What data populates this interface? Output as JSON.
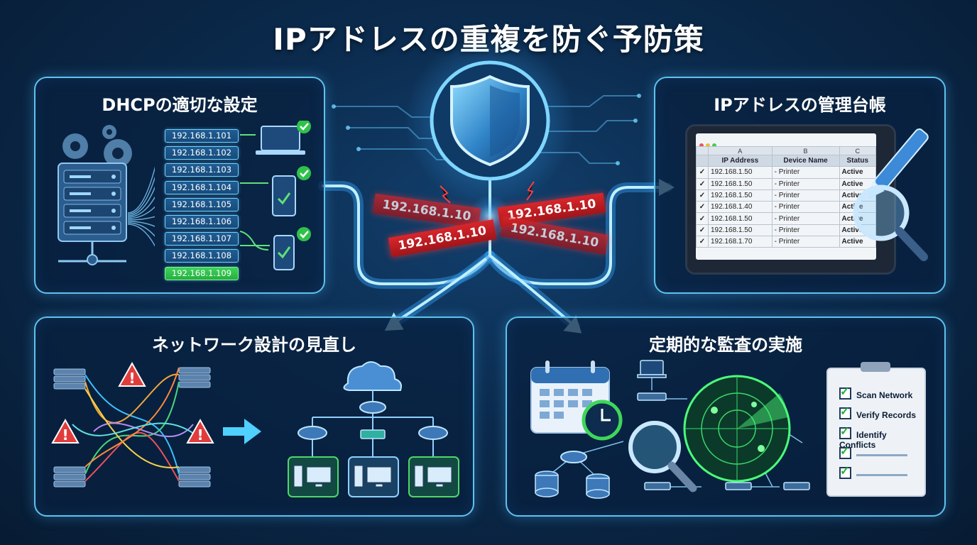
{
  "title": "IPアドレスの重複を防ぐ予防策",
  "colors": {
    "accent": "#5fc2ee",
    "ok": "#2fc24b",
    "danger": "#d9262c"
  },
  "center": {
    "conflict_ips": [
      "192.168.1.10",
      "192.168.1.10",
      "192.168.1.10",
      "192.168.1.10"
    ]
  },
  "dhcp": {
    "title": "DHCPの適切な設定",
    "ips": [
      "192.168.1.101",
      "192.168.1.102",
      "192.168.1.103",
      "192.168.1.104",
      "192.168.1.105",
      "192.168.1.106",
      "192.168.1.107",
      "192.168.1.108",
      "192.168.1.109"
    ]
  },
  "ledger": {
    "title": "IPアドレスの管理台帳",
    "col_letters": [
      "A",
      "B",
      "C"
    ],
    "headers": [
      "IP Address",
      "Device Name",
      "Status"
    ],
    "rows": [
      {
        "ip": "192.168.1.50",
        "device": "- Printer",
        "status": "Active"
      },
      {
        "ip": "192.168.1.50",
        "device": "- Printer",
        "status": "Active"
      },
      {
        "ip": "192.168.1.50",
        "device": "- Printer",
        "status": "Active"
      },
      {
        "ip": "192.168.1.40",
        "device": "- Printer",
        "status": "Active"
      },
      {
        "ip": "192.168.1.50",
        "device": "- Printer",
        "status": "Active"
      },
      {
        "ip": "192.168.1.50",
        "device": "- Printer",
        "status": "Active"
      },
      {
        "ip": "192.168.1.70",
        "device": "- Printer",
        "status": "Active"
      }
    ]
  },
  "network": {
    "title": "ネットワーク設計の見直し"
  },
  "audit": {
    "title": "定期的な監査の実施",
    "checklist": [
      "Scan Network",
      "Verify Records",
      "Identify Conflicts"
    ]
  }
}
